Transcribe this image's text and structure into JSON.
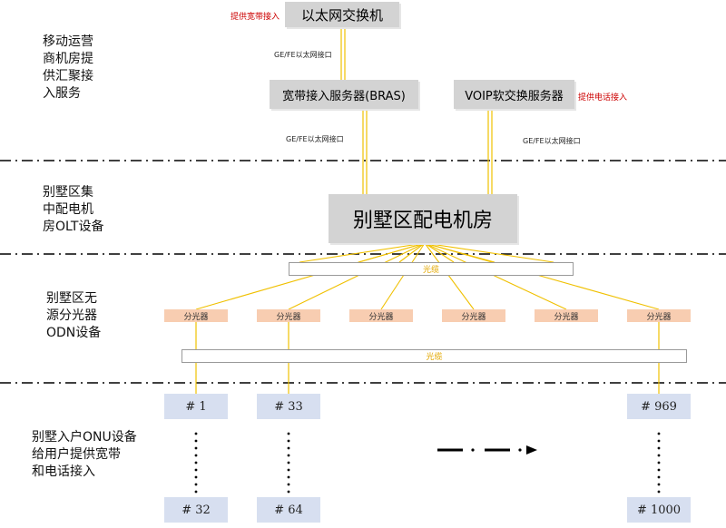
{
  "sections": {
    "carrier": "移动运营\n商机房提\n供汇聚接\n入服务",
    "olt": "别墅区集\n中配电机\n房OLT设备",
    "odn": "别墅区无\n源分光器\nODN设备",
    "onu": "别墅入户ONU设备\n给用户提供宽带\n和电话接入"
  },
  "nodes": {
    "switch": "以太网交换机",
    "bras": "宽带接入服务器(BRAS)",
    "voip": "VOIP软交换服务器",
    "room": "别墅区配电机房"
  },
  "notes": {
    "broadband": "提供宽带接入",
    "phone": "提供电话接入",
    "iface_top": "GE/FE以太网接口",
    "iface_left": "GE/FE以太网接口",
    "iface_right": "GE/FE以太网接口"
  },
  "cables": {
    "top": "光缆",
    "bottom": "光缆"
  },
  "splitters": [
    "分光器",
    "分光器",
    "分光器",
    "分光器",
    "分光器",
    "分光器"
  ],
  "onus": {
    "top": [
      "# 1",
      "# 33",
      "# 969"
    ],
    "bottom": [
      "# 32",
      "# 64",
      "# 1000"
    ]
  },
  "colors": {
    "fiber": "#f0c000",
    "gray_box": "#d3d3d3",
    "splitter": "#f8cdb1",
    "onu": "#d7dff0",
    "note_red": "#cc0000"
  }
}
